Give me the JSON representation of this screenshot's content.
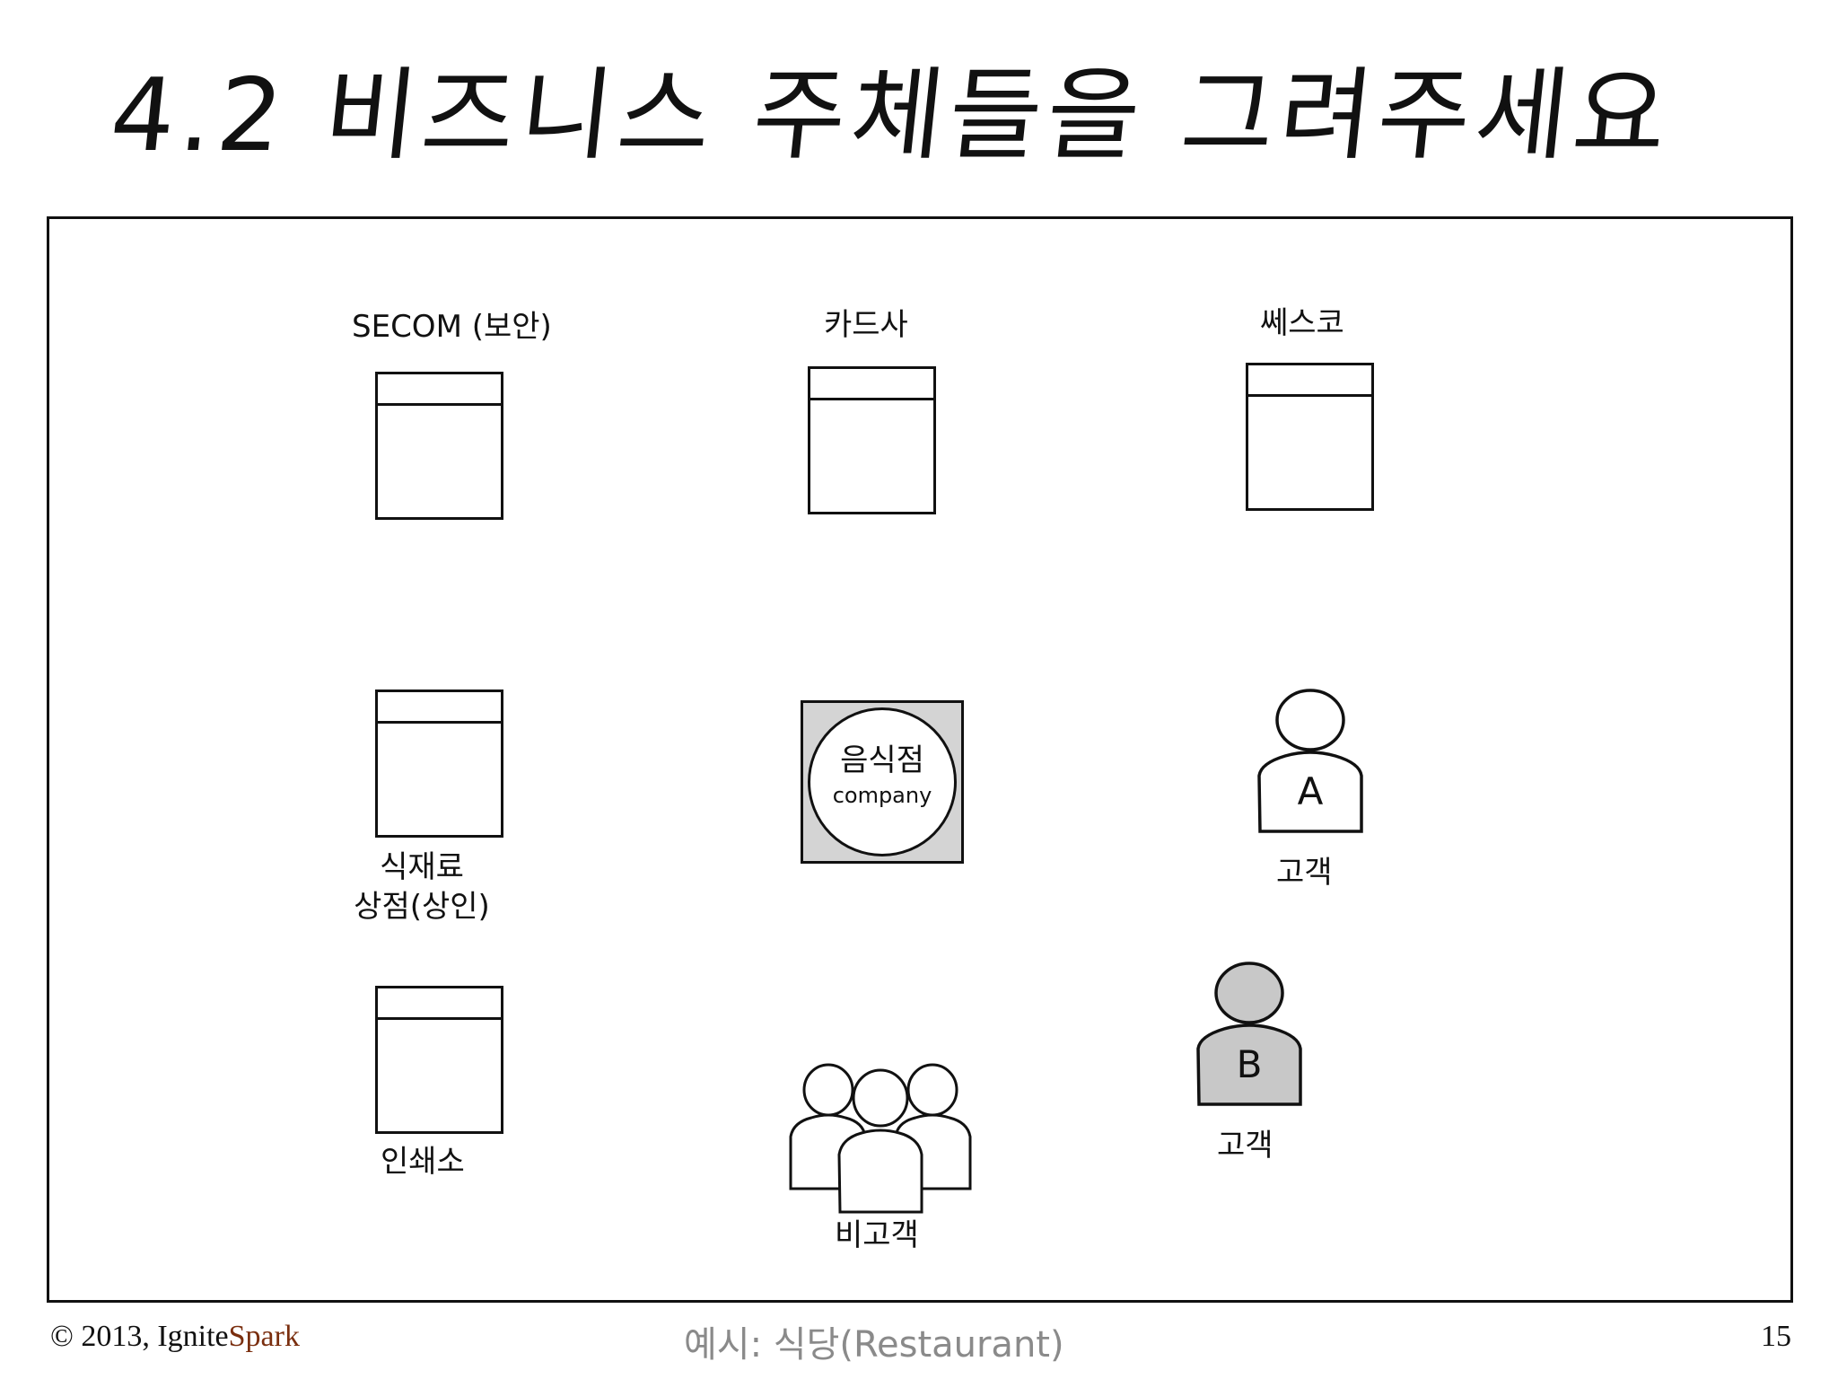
{
  "slide": {
    "title": "4.2 비즈니스 주체들을 그려주세요",
    "page_number": "15"
  },
  "entities": {
    "secom": "SECOM (보안)",
    "card_company": "카드사",
    "sesco": "쎄스코",
    "food_supplier_line1": "식재료",
    "food_supplier_line2": "상점(상인)",
    "print_shop": "인쇄소",
    "company_name": "음식점",
    "company_type": "company",
    "customer_a_letter": "A",
    "customer_a_label": "고객",
    "customer_b_letter": "B",
    "customer_b_label": "고객",
    "non_customers": "비고객"
  },
  "footer": {
    "copyright": "© 2013, Ignite",
    "brand_suffix": "Spark",
    "example": "예시: 식당(Restaurant)"
  },
  "colors": {
    "customer_b_fill": "#c8c8c8",
    "company_square_fill": "#d4d4d4",
    "brand_accent": "#7a2e0e"
  }
}
